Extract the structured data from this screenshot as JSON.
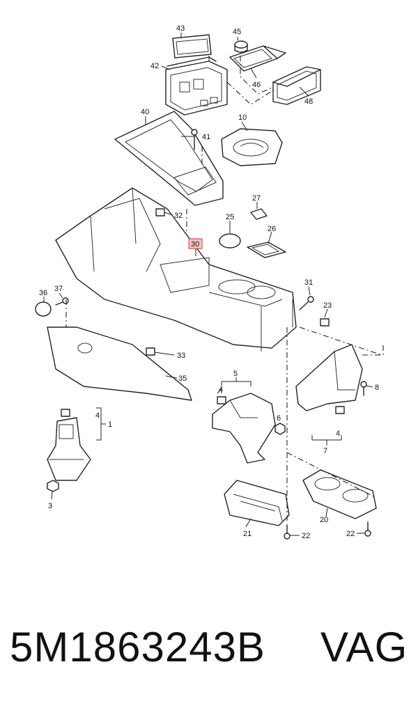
{
  "diagram": {
    "callouts": {
      "c1": "1",
      "c3": "3",
      "c4a": "4",
      "c4b": "4",
      "c4c": "4",
      "c5": "5",
      "c6": "6",
      "c7": "7",
      "c8": "8",
      "c10": "10",
      "c20": "20",
      "c21": "21",
      "c22a": "22",
      "c22b": "22",
      "c23": "23",
      "c25": "25",
      "c26": "26",
      "c27": "27",
      "c30": "30",
      "c31": "31",
      "c32": "32",
      "c33": "33",
      "c35": "35",
      "c36": "36",
      "c37": "37",
      "c40": "40",
      "c41": "41",
      "c42": "42",
      "c43": "43",
      "c45": "45",
      "c46": "46",
      "c48": "48"
    },
    "highlighted_callout": "30",
    "highlight_color": "#f3c6c6"
  },
  "footer": {
    "part_number": "5M1863243B",
    "brand": "VAG"
  }
}
